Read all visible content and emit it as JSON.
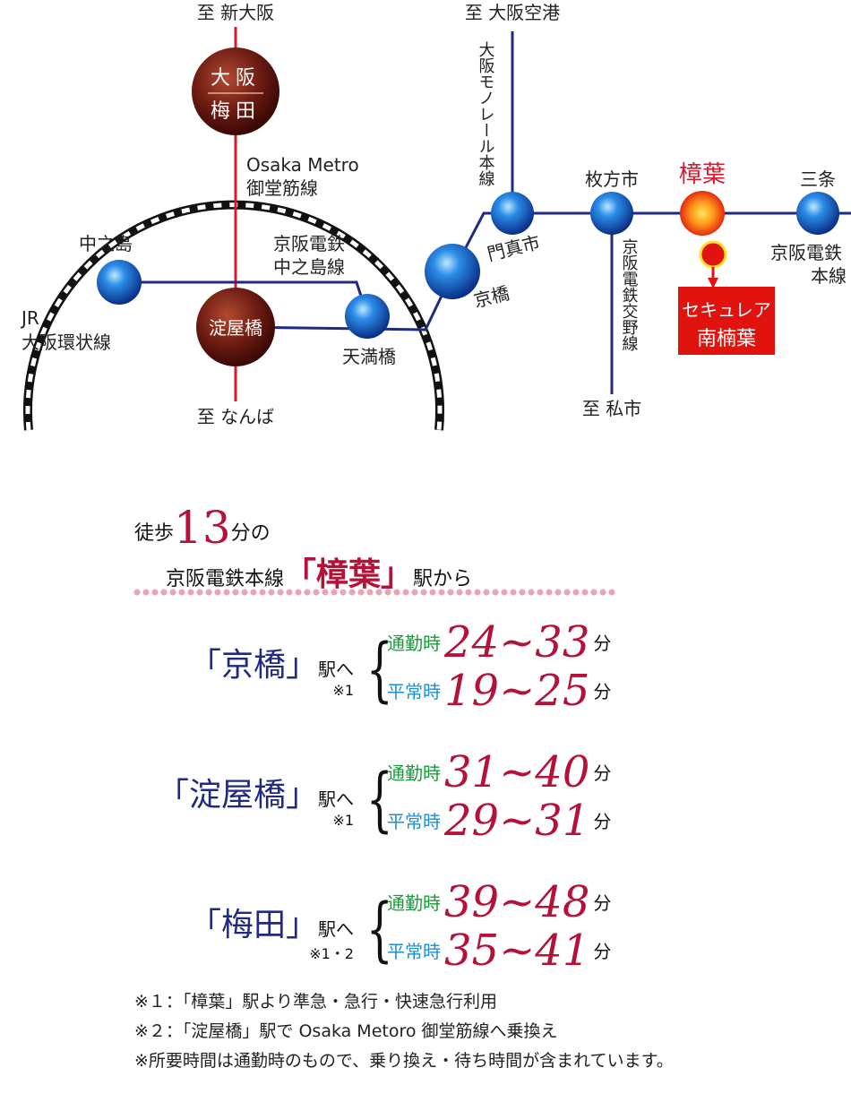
{
  "map": {
    "to_shin_osaka": "至 新大阪",
    "to_namba": "至 なんば",
    "to_osaka_airport": "至 大阪空港",
    "to_kisaichi": "至 私市",
    "umeda_top": "大阪",
    "umeda_bottom": "梅田",
    "yodoyabashi": "淀屋橋",
    "metro_line_1": "Osaka Metro",
    "metro_line_2": "御堂筋線",
    "keihan_nakanoshima_1": "京阪電鉄",
    "keihan_nakanoshima_2": "中之島線",
    "nakanoshima": "中之島",
    "jr_1": "JR",
    "jr_2": "大阪環状線",
    "temmabashi": "天満橋",
    "kyobashi": "京橋",
    "kadomashi": "門真市",
    "monorail": "大阪モノレール本線",
    "hirakatashi": "枚方市",
    "katano_line": "京阪電鉄交野線",
    "kuzuha": "樟葉",
    "sanjo": "三条",
    "keihan_main_1": "京阪電鉄",
    "keihan_main_2": "本線",
    "property_1": "セキュレア",
    "property_2": "南楠葉"
  },
  "access": {
    "walk_prefix": "徒歩",
    "walk_minutes": "13",
    "walk_suffix": "分の",
    "line_name": "京阪電鉄本線",
    "station": "「樟葉」",
    "station_suffix": "駅から",
    "rows": [
      {
        "station": "「京橋」",
        "note": "※1",
        "rush_label": "通勤時",
        "rush": "24~33",
        "normal_label": "平常時",
        "normal": "19~25"
      },
      {
        "station": "「淀屋橋」",
        "note": "※1",
        "rush_label": "通勤時",
        "rush": "31~40",
        "normal_label": "平常時",
        "normal": "29~31"
      },
      {
        "station": "「梅田」",
        "note": "※1・2",
        "rush_label": "通勤時",
        "rush": "39~48",
        "normal_label": "平常時",
        "normal": "35~41"
      }
    ],
    "eki_he": "駅へ",
    "fun": "分"
  },
  "notes": [
    "※１：「樟葉」駅より準急・急行・快速急行利用",
    "※２：「淀屋橋」駅で Osaka Metoro 御堂筋線へ乗換え",
    "※所要時間は通勤時のもので、乗り換え・待ち時間が含まれています。"
  ],
  "colors": {
    "keihan_line": "#1f2a80",
    "metro_line": "#d9182d",
    "station_blue": "#1e6fd9",
    "station_brown": "#6b1a12",
    "accent_red": "#b5123a",
    "rush_green": "#1a9a3a",
    "normal_blue": "#1e8ed6"
  }
}
